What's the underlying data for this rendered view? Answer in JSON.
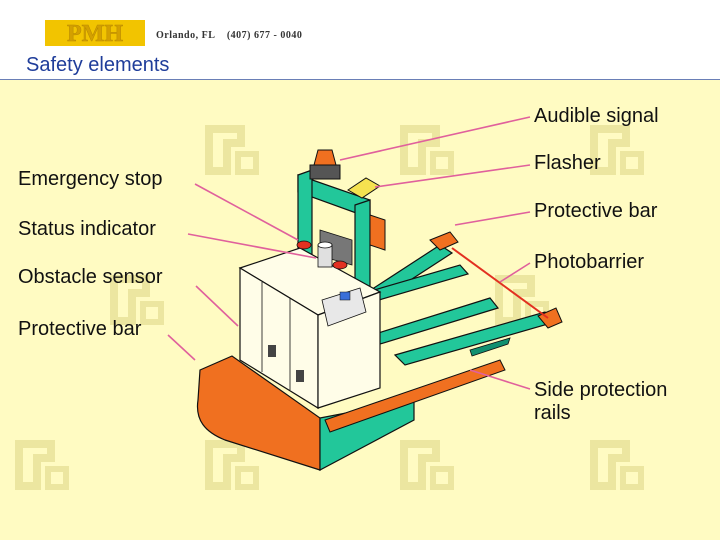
{
  "header": {
    "logo_text": "PMH",
    "contact": "Orlando, FL    (407) 677 - 0040",
    "title": "Safety elements"
  },
  "labels_left": {
    "emergency_stop": "Emergency stop",
    "status_indicator": "Status indicator",
    "obstacle_sensor": "Obstacle sensor",
    "protective_bar": "Protective bar"
  },
  "labels_right": {
    "audible_signal": "Audible signal",
    "flasher": "Flasher",
    "protective_bar": "Protective bar",
    "photobarrier": "Photobarrier",
    "side_protection_line1": "Side protection",
    "side_protection_line2": "rails"
  },
  "colors": {
    "background": "#fffbc2",
    "title": "#1f3d9a",
    "logo": "#f2c400",
    "watermark": "#ece6a0",
    "leader": "#e0609c",
    "frame_green": "#22c79a",
    "bumper_orange": "#f07020",
    "body_cream": "#fffde8",
    "photobarrier_red": "#e23020"
  }
}
